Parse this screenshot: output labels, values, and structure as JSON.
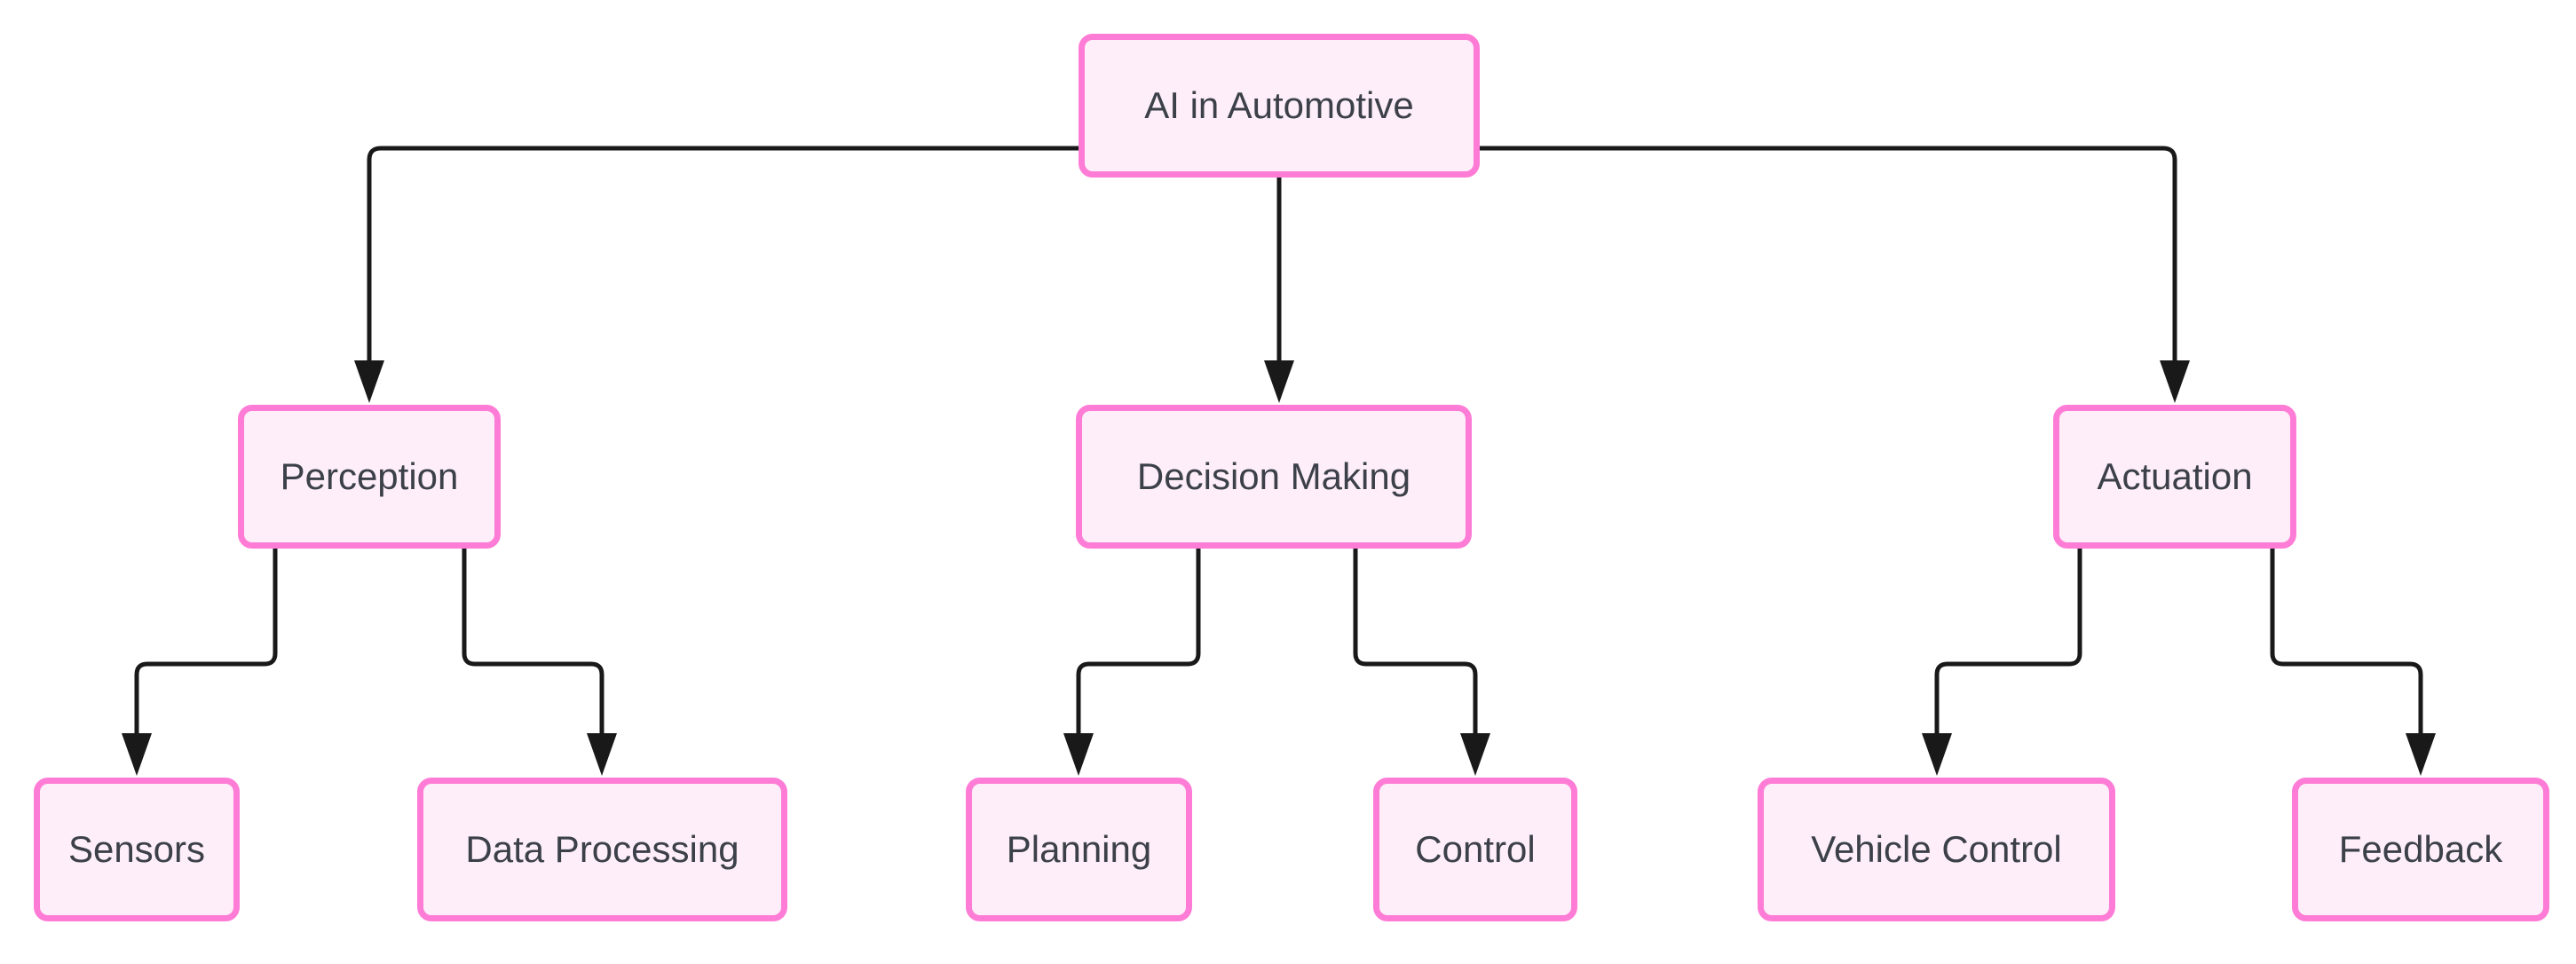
{
  "diagram": {
    "background_color": "#ffffff",
    "node_style": {
      "border_color": "#ff7cd6",
      "fill_color": "#fdeef9",
      "text_color": "#3c4049"
    },
    "connector_color": "#191919",
    "nodes": [
      {
        "id": "ai",
        "label": "AI in Automotive"
      },
      {
        "id": "perception",
        "label": "Perception"
      },
      {
        "id": "decision",
        "label": "Decision Making"
      },
      {
        "id": "actuation",
        "label": "Actuation"
      },
      {
        "id": "sensors",
        "label": "Sensors"
      },
      {
        "id": "data_processing",
        "label": "Data Processing"
      },
      {
        "id": "planning",
        "label": "Planning"
      },
      {
        "id": "control",
        "label": "Control"
      },
      {
        "id": "vehicle_control",
        "label": "Vehicle Control"
      },
      {
        "id": "feedback",
        "label": "Feedback"
      }
    ],
    "edges": [
      {
        "from": "ai",
        "to": "perception"
      },
      {
        "from": "ai",
        "to": "decision"
      },
      {
        "from": "ai",
        "to": "actuation"
      },
      {
        "from": "perception",
        "to": "sensors"
      },
      {
        "from": "perception",
        "to": "data_processing"
      },
      {
        "from": "decision",
        "to": "planning"
      },
      {
        "from": "decision",
        "to": "control"
      },
      {
        "from": "actuation",
        "to": "vehicle_control"
      },
      {
        "from": "actuation",
        "to": "feedback"
      }
    ]
  }
}
